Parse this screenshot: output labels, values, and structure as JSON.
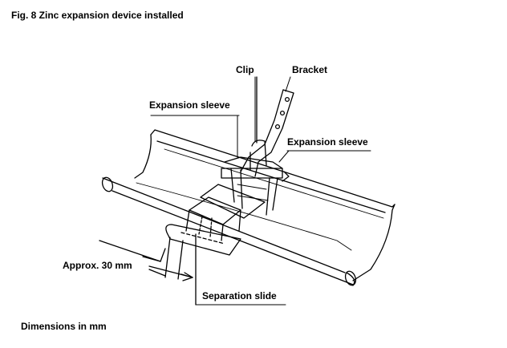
{
  "figure": {
    "caption": "Fig. 8  Zinc expansion device installed",
    "footnote": "Dimensions in mm"
  },
  "labels": {
    "clip": "Clip",
    "bracket": "Bracket",
    "expansion_sleeve_left": "Expansion sleeve",
    "expansion_sleeve_right": "Expansion sleeve",
    "approx_dimension": "Approx. 30 mm",
    "separation_slide": "Separation slide"
  },
  "colors": {
    "line": "#000000",
    "background": "#ffffff"
  }
}
